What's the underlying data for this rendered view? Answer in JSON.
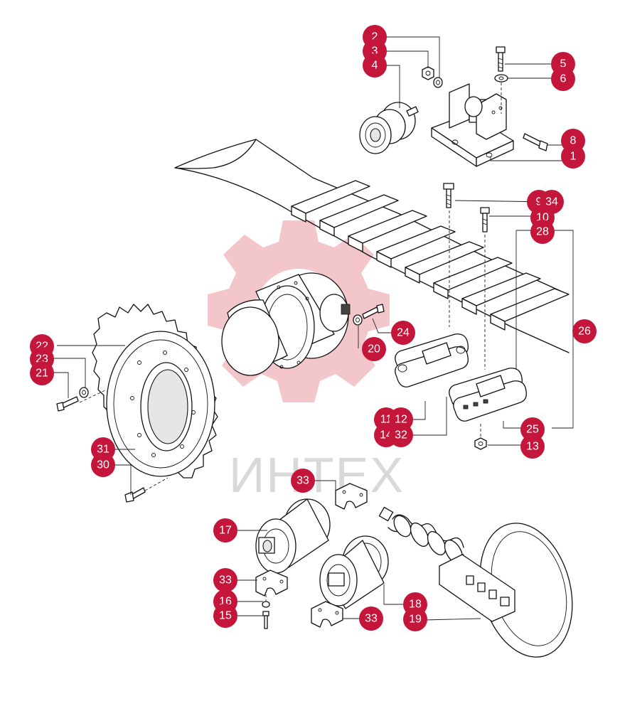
{
  "watermark": {
    "brand": "ИНТЕХ",
    "gear_color": "#f3c6cc",
    "text_color": "#d9d9d9"
  },
  "callout_color": "#c3163a",
  "callouts": [
    {
      "key": "c2",
      "label": "2"
    },
    {
      "key": "c3",
      "label": "3"
    },
    {
      "key": "c4",
      "label": "4"
    },
    {
      "key": "c5",
      "label": "5"
    },
    {
      "key": "c6",
      "label": "6"
    },
    {
      "key": "c8",
      "label": "8"
    },
    {
      "key": "c1",
      "label": "1"
    },
    {
      "key": "c9",
      "label": "9"
    },
    {
      "key": "c34",
      "label": "34"
    },
    {
      "key": "c10",
      "label": "10"
    },
    {
      "key": "c28",
      "label": "28"
    },
    {
      "key": "c26",
      "label": "26"
    },
    {
      "key": "c24",
      "label": "24"
    },
    {
      "key": "c20",
      "label": "20"
    },
    {
      "key": "c22",
      "label": "22"
    },
    {
      "key": "c23",
      "label": "23"
    },
    {
      "key": "c21",
      "label": "21"
    },
    {
      "key": "c11",
      "label": "11"
    },
    {
      "key": "c12",
      "label": "12"
    },
    {
      "key": "c14",
      "label": "14"
    },
    {
      "key": "c32",
      "label": "32"
    },
    {
      "key": "c25",
      "label": "25"
    },
    {
      "key": "c13",
      "label": "13"
    },
    {
      "key": "c31",
      "label": "31"
    },
    {
      "key": "c30",
      "label": "30"
    },
    {
      "key": "c33a",
      "label": "33"
    },
    {
      "key": "c17",
      "label": "17"
    },
    {
      "key": "c33b",
      "label": "33"
    },
    {
      "key": "c16",
      "label": "16"
    },
    {
      "key": "c15",
      "label": "15"
    },
    {
      "key": "c18",
      "label": "18"
    },
    {
      "key": "c33c",
      "label": "33"
    },
    {
      "key": "c19",
      "label": "19"
    }
  ]
}
